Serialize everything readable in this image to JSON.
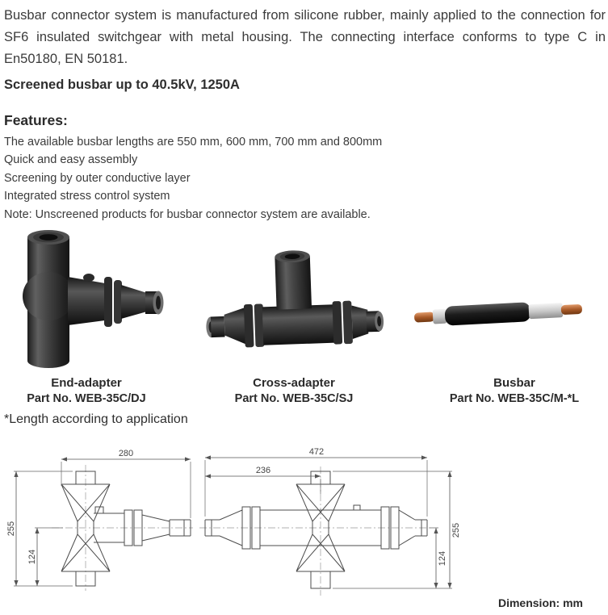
{
  "intro": {
    "paragraph": "Busbar connector system is manufactured from silicone rubber, mainly applied to the connection for SF6 insulated switchgear with metal housing. The connecting interface conforms to type C in En50180, EN 50181.",
    "subtitle": "Screened busbar up to 40.5kV, 1250A"
  },
  "features": {
    "heading": "Features:",
    "items": [
      "The available busbar lengths are 550 mm, 600 mm, 700 mm and 800mm",
      "Quick and easy assembly",
      "Screening by outer conductive layer",
      "Integrated stress control system",
      "Note: Unscreened products for busbar connector system are available."
    ]
  },
  "products": [
    {
      "name": "End-adapter",
      "part_no": "Part No. WEB-35C/DJ"
    },
    {
      "name": "Cross-adapter",
      "part_no": "Part No. WEB-35C/SJ"
    },
    {
      "name": "Busbar",
      "part_no": "Part No. WEB-35C/M-*L"
    }
  ],
  "length_note": "*Length according to application",
  "drawings": {
    "end_adapter": {
      "overall_length": "280",
      "overall_height": "255",
      "lower_height": "124"
    },
    "cross_adapter": {
      "overall_length": "472",
      "half_length": "236",
      "overall_height": "255",
      "lower_height": "124"
    }
  },
  "dimension_note": "Dimension: mm",
  "colors": {
    "body_text": "#3b3b3b",
    "rubber_dark": "#1c1c1c",
    "copper": "#b05a24",
    "silver": "#d9d9d9"
  }
}
